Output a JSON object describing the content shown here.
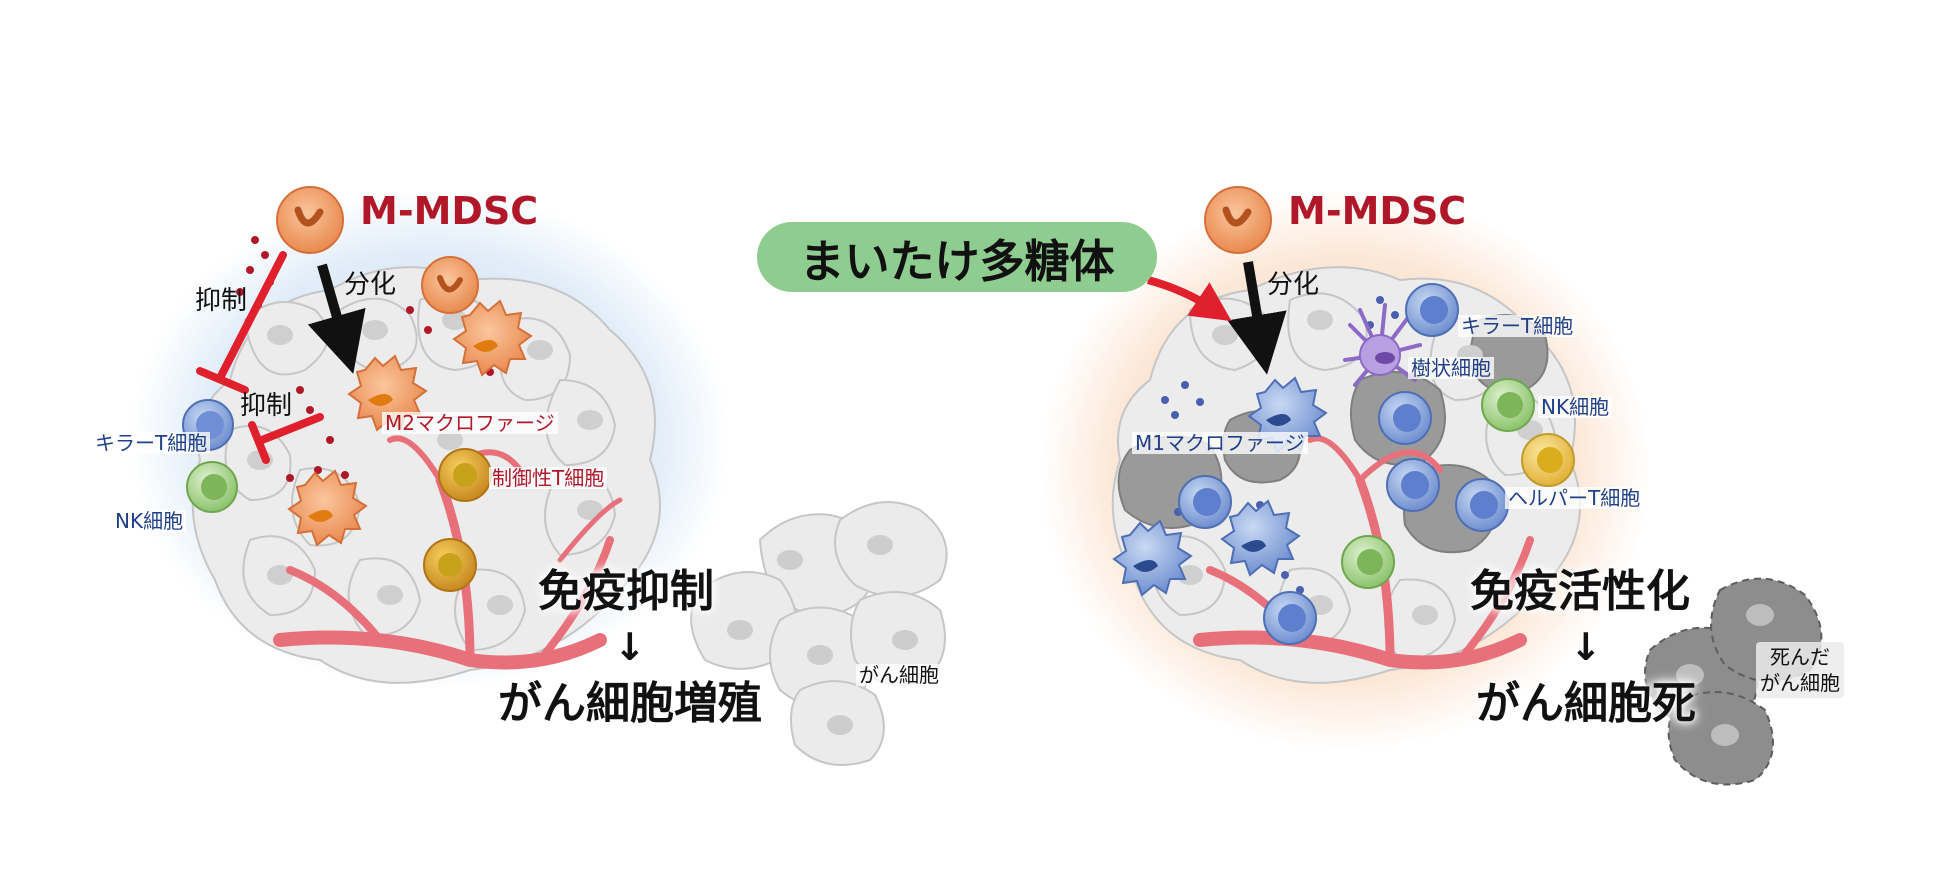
{
  "left": {
    "mdsc": "M-MDSC",
    "differentiation": "分化",
    "suppress_1": "抑制",
    "suppress_2": "抑制",
    "killer_t": "キラーT細胞",
    "nk": "NK細胞",
    "m2": "M2マクロファージ",
    "treg": "制御性T細胞",
    "headline_1": "免疫抑制",
    "arrow": "↓",
    "headline_2": "がん細胞増殖",
    "cancer": "がん細胞"
  },
  "center": {
    "polysaccharide": "まいたけ多糖体"
  },
  "right": {
    "mdsc": "M-MDSC",
    "differentiation": "分化",
    "killer_t": "キラーT細胞",
    "dendritic": "樹状細胞",
    "nk": "NK細胞",
    "m1": "M1マクロファージ",
    "helper_t": "ヘルパーT細胞",
    "headline_1": "免疫活性化",
    "arrow": "↓",
    "headline_2": "がん細胞死",
    "dead_cancer": "死んだ\nがん細胞"
  },
  "colors": {
    "accent_red": "#b0182a",
    "label_blue": "#1f3f86",
    "pill_green": "#8fcc8f",
    "glow_left": "#bcd6f0",
    "glow_right": "#f8c9a4",
    "vessel": "#e8707a"
  }
}
